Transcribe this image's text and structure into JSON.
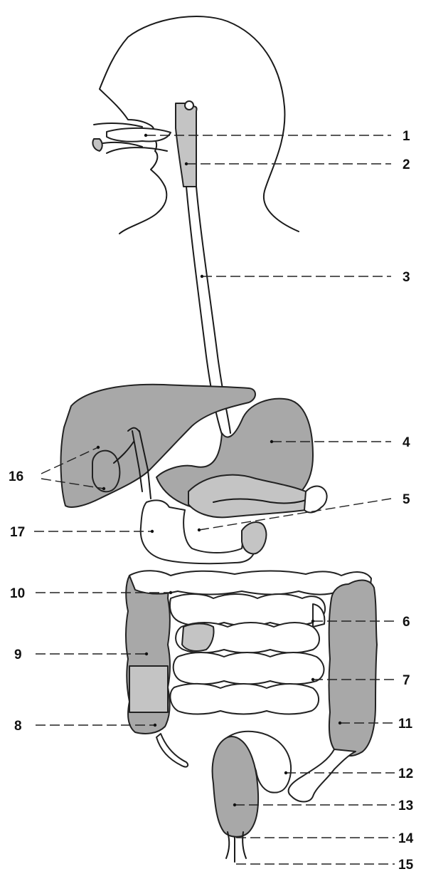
{
  "labels": {
    "l1": "1",
    "l2": "2",
    "l3": "3",
    "l4": "4",
    "l5": "5",
    "l6": "6",
    "l7": "7",
    "l8": "8",
    "l9": "9",
    "l10": "10",
    "l11": "11",
    "l12": "12",
    "l13": "13",
    "l14": "14",
    "l15": "15",
    "l16": "16",
    "l17": "17"
  },
  "colors": {
    "organ_dark": "#a8a8a8",
    "organ_light": "#c4c4c4",
    "outline": "#1a1a1a"
  }
}
